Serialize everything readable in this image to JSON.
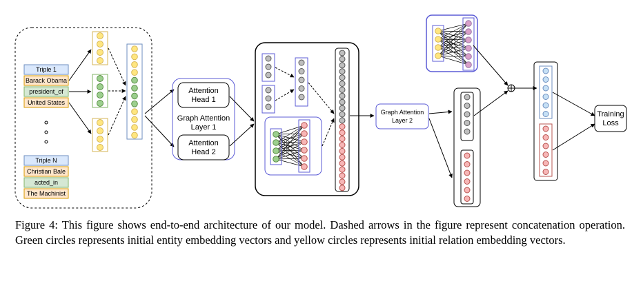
{
  "triples": {
    "first": {
      "header": "Triple 1",
      "head": "Barack Obama",
      "relation": "president_of",
      "tail": "United States"
    },
    "last": {
      "header": "Triple N",
      "head": "Christian Bale",
      "relation": "acted_in",
      "tail": "The Machinist"
    }
  },
  "blocks": {
    "head1": [
      "Attention",
      "Head 1"
    ],
    "gat1": [
      "Graph Attention",
      "Layer 1"
    ],
    "head2": [
      "Attention",
      "Head 2"
    ],
    "gat2": [
      "Graph Attention",
      "Layer 2"
    ],
    "loss": [
      "Training",
      "Loss"
    ]
  },
  "caption": "Figure 4: This figure shows end-to-end architecture of our model. Dashed arrows in the figure represent concatenation operation. Green circles represents initial entity embedding vectors and yellow circles represents initial relation embedding vectors.",
  "colors": {
    "yellow": "#ffe680",
    "yellow_stroke": "#d6b656",
    "green": "#9ccf8e",
    "green_stroke": "#5a8f47",
    "gray": "#bfbfbf",
    "gray_stroke": "#555555",
    "red": "#f7b6b6",
    "red_stroke": "#b85450",
    "blue": "#c6e0f5",
    "blue_stroke": "#6c8ebf",
    "purple": "#d9a0c9",
    "purple_stroke": "#9673a6",
    "frame_blue": "#5b5bd6",
    "triple_header": "#dae8fc",
    "triple_head": "#ffe6cc",
    "triple_rel": "#d5e8d4",
    "triple_tail": "#ffe6cc"
  }
}
